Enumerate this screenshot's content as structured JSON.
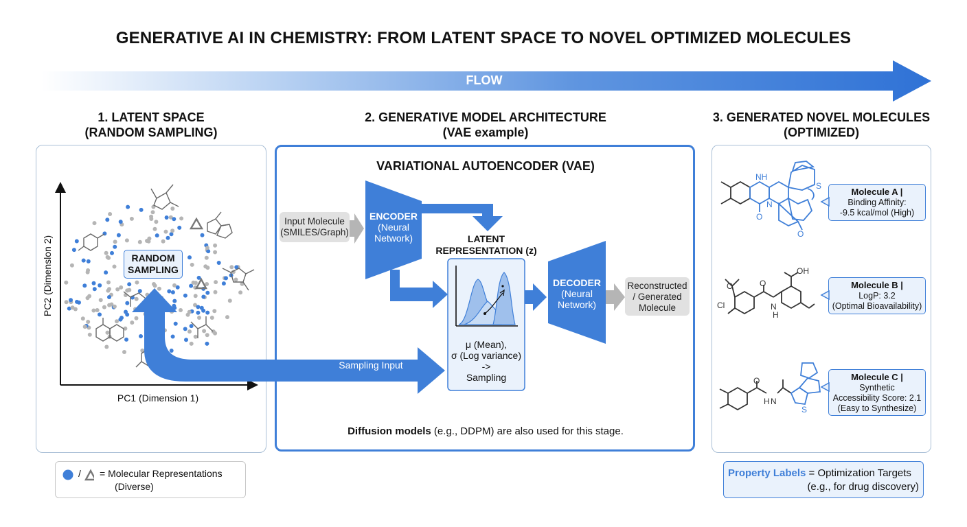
{
  "title": "GENERATIVE AI IN CHEMISTRY: FROM LATENT SPACE TO NOVEL OPTIMIZED MOLECULES",
  "flow_label": "FLOW",
  "sections": [
    {
      "line1": "1. LATENT SPACE",
      "line2": "(RANDOM SAMPLING)"
    },
    {
      "line1": "2. GENERATIVE MODEL ARCHITECTURE",
      "line2": "(VAE example)"
    },
    {
      "line1": "3. GENERATED NOVEL MOLECULES",
      "line2": "(OPTIMIZED)"
    }
  ],
  "latent": {
    "y_axis": "PC2 (Dimenslon 2)",
    "x_axis": "PC1 (Dimension 1)",
    "random_sampling": [
      "RANDOM",
      "SAMPLING"
    ]
  },
  "legend_left": {
    "sep": "/",
    "text1": "= Molecular Representations",
    "text2": "(Diverse)"
  },
  "vae": {
    "title": "VARIATIONAL AUTOENCODER (VAE)",
    "input": [
      "Input Molecule",
      "(SMILES/Graph)"
    ],
    "encoder": [
      "ENCODER",
      "(Neural",
      "Network)"
    ],
    "latent_rep": [
      "LATENT",
      "REPRESENTATION (z)"
    ],
    "mu_sigma": [
      "μ (Mean),",
      "σ (Log variance)",
      "->",
      "Sampling"
    ],
    "decoder": [
      "DECODER",
      "(Neural",
      "Network)"
    ],
    "output": [
      "Reconstructed",
      "/ Generated",
      "Molecule"
    ],
    "sampling_input": "Sampling Input",
    "diffusion_bold": "Diffusion models",
    "diffusion_rest": " (e.g., DDPM) are also used for this stage."
  },
  "molecules": [
    {
      "name": "Molecule A |",
      "lines": [
        "Binding Affinity:",
        "-9.5 kcal/mol (High)"
      ]
    },
    {
      "name": "Molecule B |",
      "lines": [
        "LogP: 3.2",
        "(Optimal Bioavailability)"
      ]
    },
    {
      "name": "Molecule C |",
      "lines": [
        "Synthetic",
        "Accessibility Score: 2.1",
        "(Easy to Synthesize)"
      ]
    }
  ],
  "atom_labels": {
    "nh": "NH",
    "n": "N",
    "h": "H",
    "o": "O",
    "s": "S",
    "oh": "OH",
    "cl": "Cl"
  },
  "legend_right": {
    "bold": "Property Labels",
    "rest": " = Optimization Targets",
    "line2": "(e.g., for drug discovery)"
  },
  "colors": {
    "accent": "#3f7fd8",
    "dark_accent": "#2d6fd3",
    "panel_border": "#a9bfd6",
    "grey_dot": "#b5b5b5"
  }
}
